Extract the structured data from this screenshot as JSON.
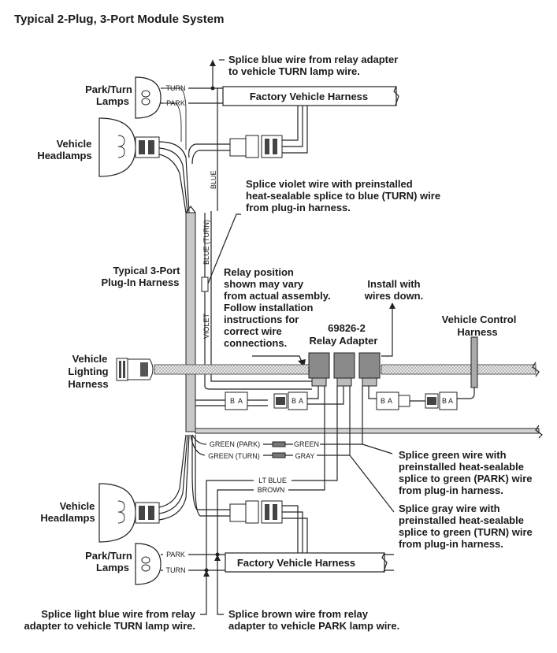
{
  "title": "Typical 2-Plug, 3-Port Module System",
  "top": {
    "park_turn_lamps": [
      "Park/Turn",
      "Lamps"
    ],
    "vehicle_headlamps": [
      "Vehicle",
      "Headlamps"
    ],
    "factory_harness": "Factory Vehicle Harness",
    "wire_turn": "TURN",
    "wire_park": "PARK",
    "wire_blue": "BLUE",
    "splice_blue_note": [
      "Splice blue wire from relay adapter",
      "to vehicle TURN lamp wire."
    ]
  },
  "middle": {
    "splice_violet_note": [
      "Splice violet wire with preinstalled",
      "heat-sealable splice to blue (TURN) wire",
      "from plug-in harness."
    ],
    "plug_in_harness": [
      "Typical 3-Port",
      "Plug-In Harness"
    ],
    "wire_blue_turn": "BLUE (TURN)",
    "wire_violet": "VIOLET",
    "relay_position_note": [
      "Relay position",
      "shown may vary",
      "from actual assembly.",
      "Follow installation",
      "instructions for",
      "correct wire",
      "connections."
    ],
    "install_note": [
      "Install with",
      "wires down."
    ],
    "relay_adapter": [
      "69826-2",
      "Relay Adapter"
    ],
    "vehicle_control_harness": [
      "Vehicle Control",
      "Harness"
    ],
    "vehicle_lighting_harness": [
      "Vehicle",
      "Lighting",
      "Harness"
    ],
    "pin_b": "B",
    "pin_a": "A"
  },
  "bottom": {
    "wire_green_park": "GREEN (PARK)",
    "wire_green": "GREEN",
    "wire_green_turn": "GREEN (TURN)",
    "wire_gray": "GRAY",
    "wire_lt_blue": "LT BLUE",
    "wire_brown": "BROWN",
    "splice_green_note": [
      "Splice green wire with",
      "preinstalled heat-sealable",
      "splice to green (PARK) wire",
      "from plug-in harness."
    ],
    "splice_gray_note": [
      "Splice gray wire with",
      "preinstalled heat-sealable",
      "splice to green (TURN) wire",
      "from plug-in harness."
    ],
    "vehicle_headlamps": [
      "Vehicle",
      "Headlamps"
    ],
    "park_turn_lamps": [
      "Park/Turn",
      "Lamps"
    ],
    "wire_park": "PARK",
    "wire_turn": "TURN",
    "factory_harness": "Factory Vehicle Harness",
    "splice_ltblue_note": [
      "Splice light blue wire from relay",
      "adapter to vehicle TURN lamp wire."
    ],
    "splice_brown_note": [
      "Splice brown wire from relay",
      "adapter to vehicle PARK lamp wire."
    ]
  }
}
